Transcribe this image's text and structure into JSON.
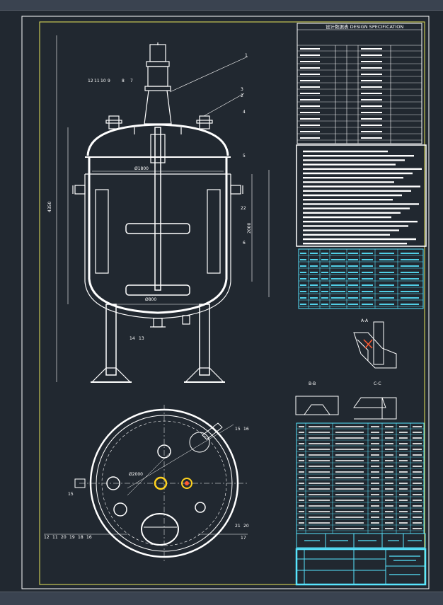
{
  "colors": {
    "background": "#212830",
    "linework": "#ffffff",
    "frame": "#e6e65a",
    "table": "#58e6ff",
    "note_fill": "#ffffff",
    "marker": "#ffd21e"
  },
  "spec_title": "设计数据表 DESIGN SPECIFICATION",
  "view_labels": {
    "detail_a": "A-A",
    "detail_b": "B-B",
    "detail_c": "C-C"
  },
  "dimensions": {
    "inner_dia": "Ø1800",
    "agitator_dia": "Ø800",
    "overall_height": "4350",
    "shell_height": "2000",
    "bolt_circle": "Ø2000"
  },
  "callouts_top": [
    "12",
    "11",
    "10",
    "9",
    "8",
    "7"
  ],
  "callouts_right": [
    "1",
    "3",
    "2",
    "4",
    "5",
    "22",
    "6"
  ],
  "callouts_bottom": [
    "14",
    "13"
  ],
  "plan_callouts_left": [
    "12",
    "11",
    "20",
    "19",
    "18",
    "16",
    "15"
  ],
  "plan_callouts_right": [
    "15",
    "16",
    "21",
    "20",
    "17"
  ],
  "toolbar_icons": [
    "drawing-area-icon"
  ]
}
